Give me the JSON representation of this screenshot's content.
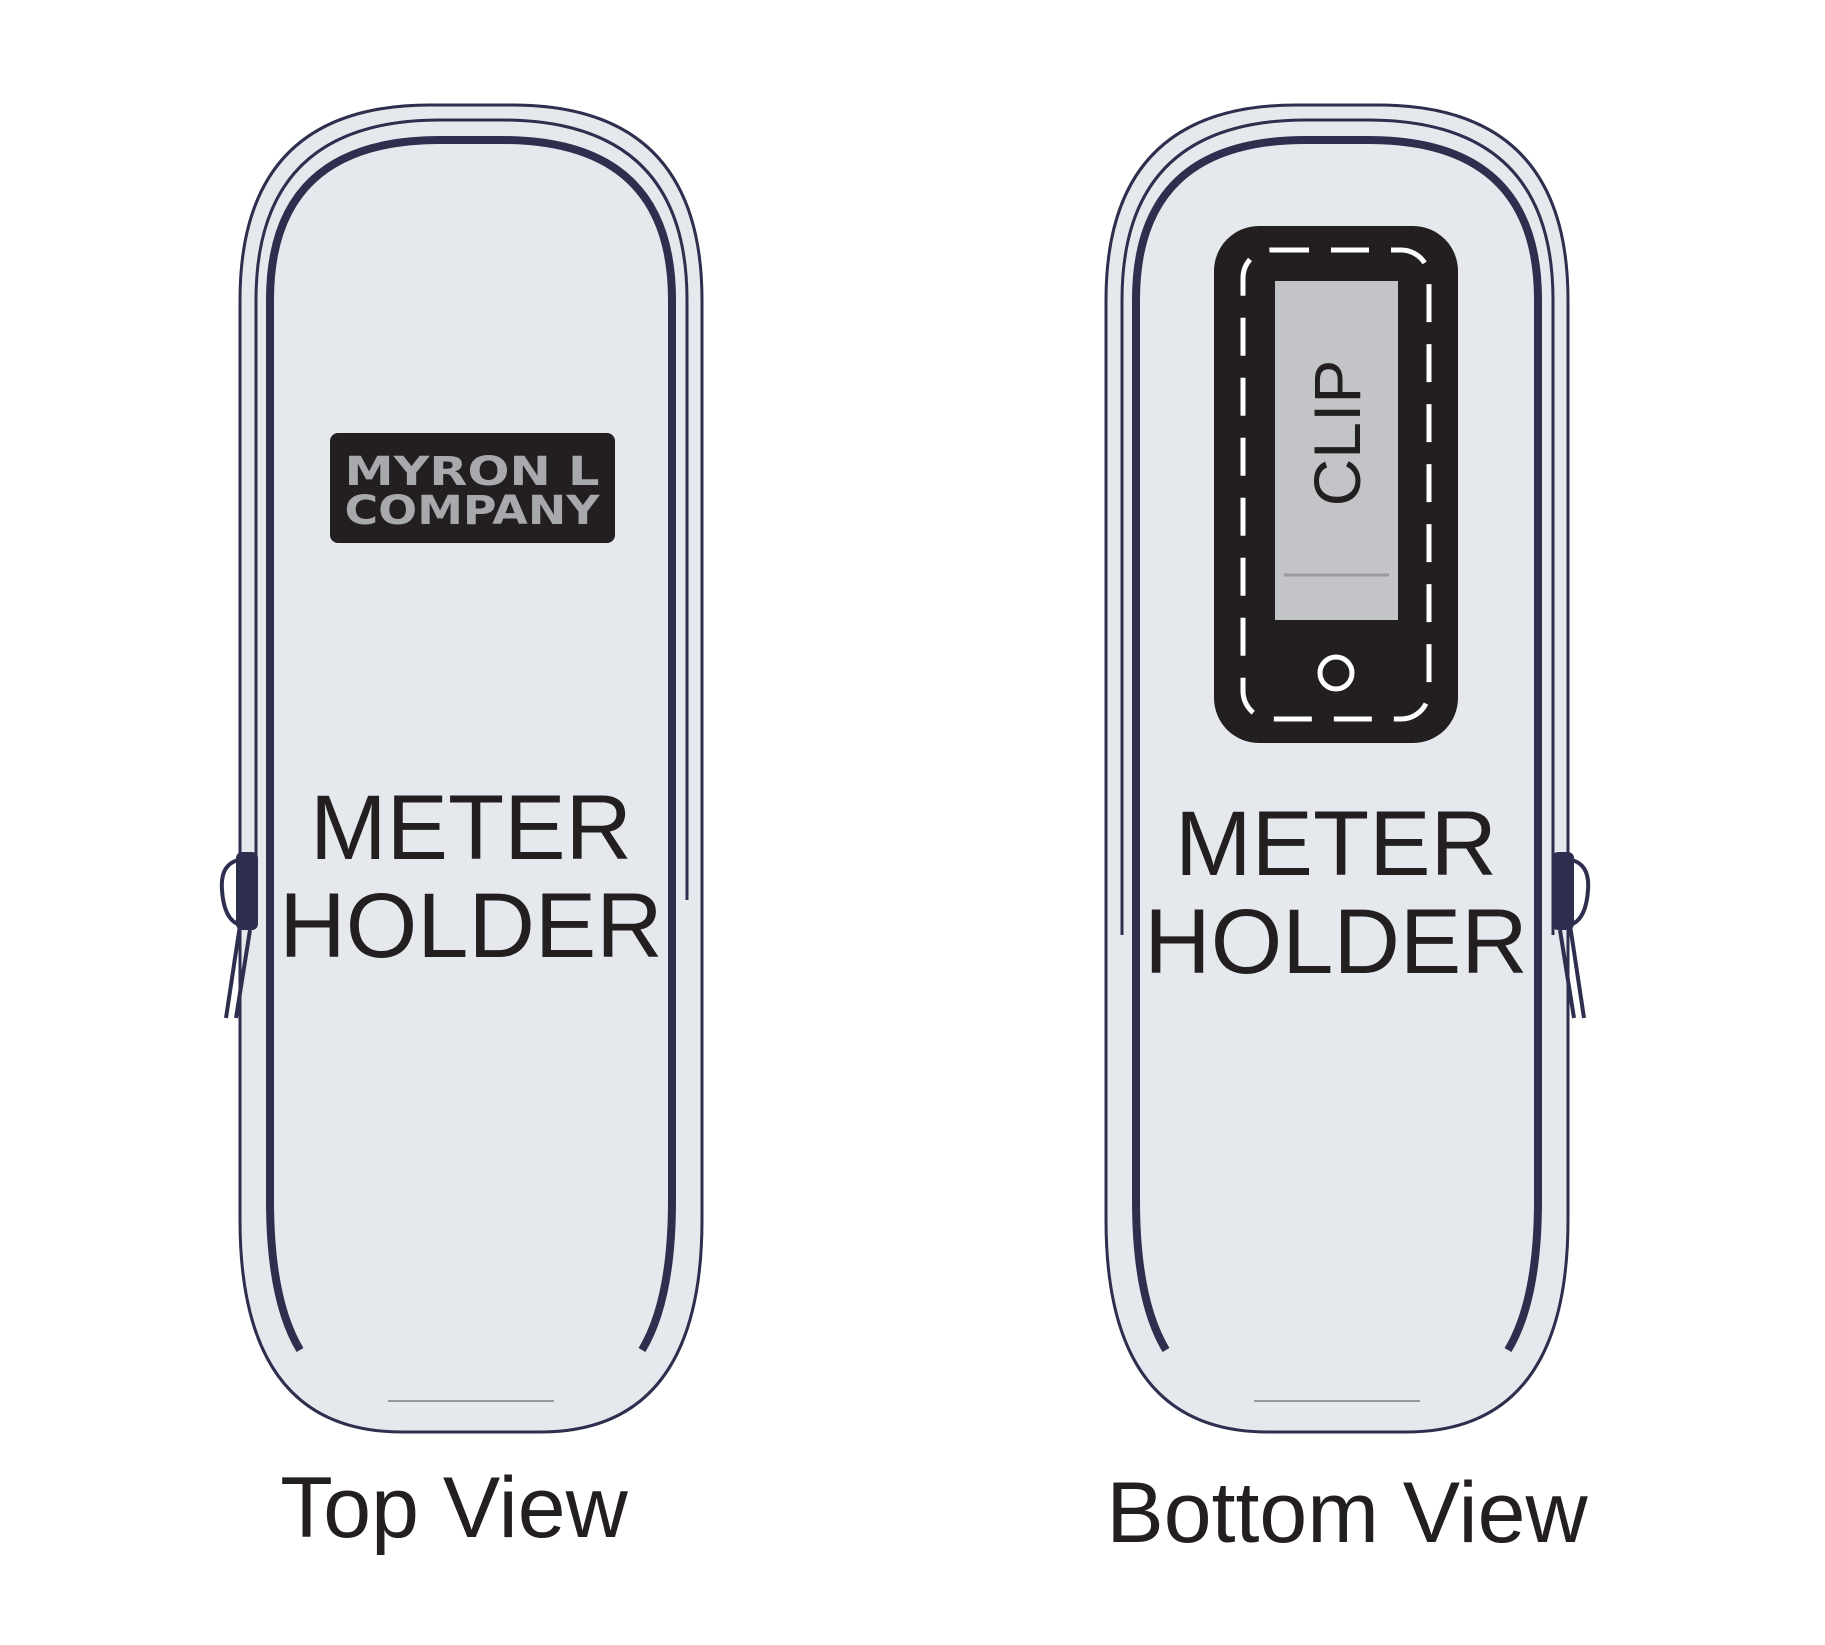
{
  "colors": {
    "body": "#e5e9ed",
    "outline": "#2e2e4e",
    "clip": "#231f20",
    "clip_window": "#c2c4c7",
    "logo_text": "#a7a9ac"
  },
  "top_view": {
    "logo": {
      "line1": "MYRON L",
      "line2": "COMPANY"
    },
    "label_line1": "METER",
    "label_line2": "HOLDER",
    "caption": "Top View"
  },
  "bottom_view": {
    "clip_label": "CLIP",
    "label_line1": "METER",
    "label_line2": "HOLDER",
    "caption": "Bottom View"
  }
}
